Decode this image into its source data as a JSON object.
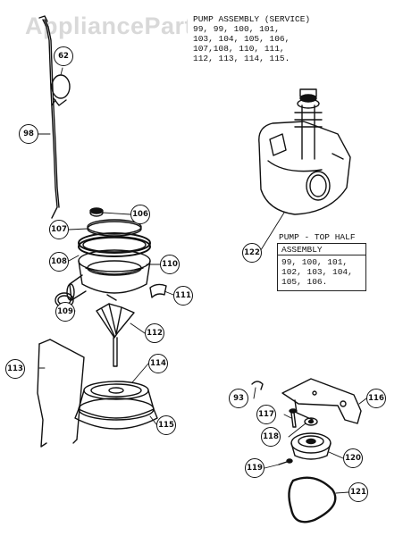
{
  "watermark": "AppliancePartsPros.com",
  "service_box": {
    "title": "PUMP ASSEMBLY (SERVICE)",
    "lines": [
      "99, 99, 100, 101,",
      "103, 104, 105, 106,",
      "107,108, 110, 111,",
      "112, 113, 114, 115."
    ]
  },
  "top_half": {
    "caption": "PUMP - TOP HALF",
    "box_title": "ASSEMBLY",
    "lines": [
      "99, 100, 101,",
      "102, 103, 104,",
      "105, 106."
    ]
  },
  "callouts": {
    "c62": "62",
    "c98": "98",
    "c106": "106",
    "c107": "107",
    "c108": "108",
    "c110": "110",
    "c111": "111",
    "c109": "109",
    "c112": "112",
    "c113": "113",
    "c114": "114",
    "c115": "115",
    "c122": "122",
    "c93": "93",
    "c116": "116",
    "c117": "117",
    "c118": "118",
    "c119": "119",
    "c120": "120",
    "c121": "121"
  }
}
